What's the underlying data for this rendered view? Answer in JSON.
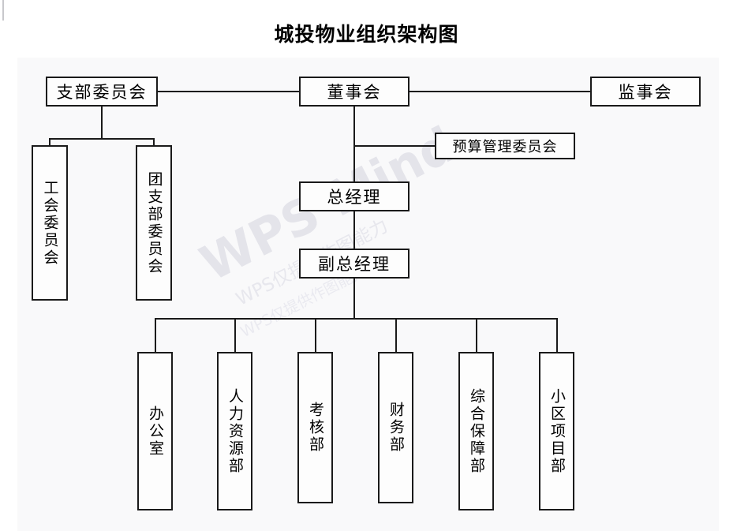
{
  "title": "城投物业组织架构图",
  "watermark": {
    "main": "WPS Mind",
    "sub": "WPS仅提供作图能力",
    "sub2": "WPS仅提供作图能力"
  },
  "nodes": {
    "party_branch_committee": "支部委员会",
    "board_of_directors": "董事会",
    "board_of_supervisors": "监事会",
    "labor_union_committee": "工会委员会",
    "youth_league_branch_committee": "团支部委员会",
    "budget_management_committee": "预算管理委员会",
    "general_manager": "总经理",
    "deputy_general_manager": "副总经理"
  },
  "departments": [
    {
      "id": "office",
      "label": "办公室"
    },
    {
      "id": "human-resources",
      "label": "人力资源部"
    },
    {
      "id": "assessment",
      "label": "考核部"
    },
    {
      "id": "finance",
      "label": "财务部"
    },
    {
      "id": "comprehensive-support",
      "label": "综合保障部"
    },
    {
      "id": "community-project",
      "label": "小区项目部"
    }
  ],
  "colors": {
    "border": "#1a1a1a",
    "canvas_background": "#f9f9fa",
    "node_background": "#fdfdfd",
    "text": "#000000",
    "watermark": "#e4e4ea"
  }
}
